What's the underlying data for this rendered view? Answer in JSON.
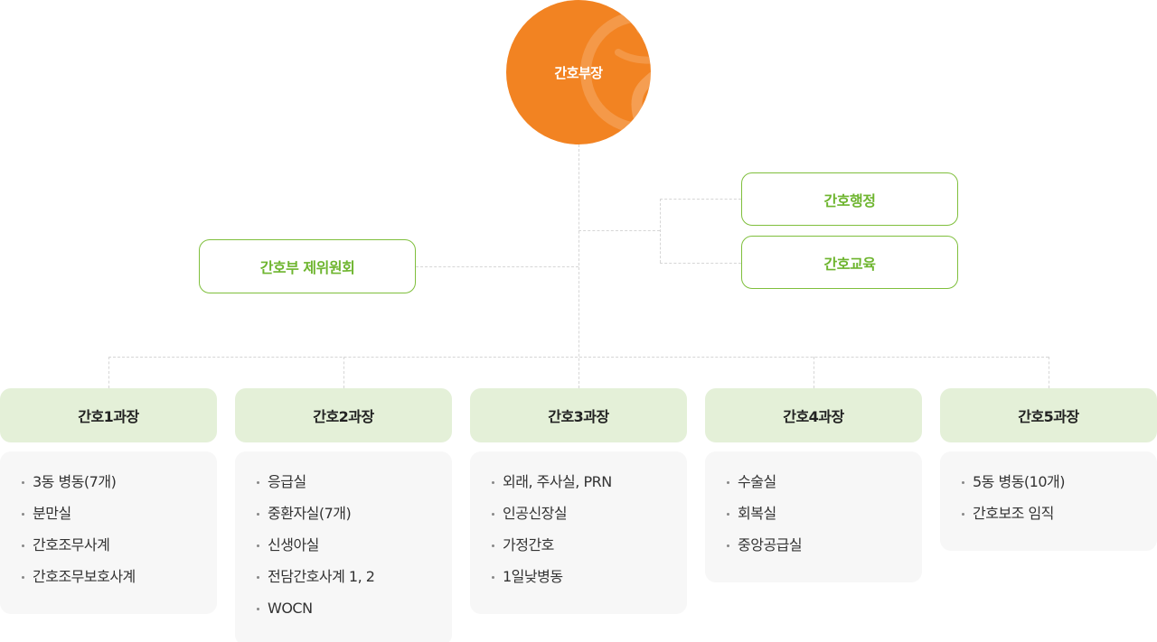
{
  "chief": {
    "label": "간호부장",
    "color": "#f28322"
  },
  "staff": {
    "admin": "간호행정",
    "education": "간호교육",
    "committee": "간호부 제위원회",
    "accent_color": "#6eb52f"
  },
  "departments": [
    {
      "title": "간호1과장",
      "items": [
        "3동 병동(7개)",
        "분만실",
        "간호조무사계",
        "간호조무보호사계"
      ]
    },
    {
      "title": "간호2과장",
      "items": [
        "응급실",
        "중환자실(7개)",
        "신생아실",
        "전담간호사계 1, 2",
        "WOCN"
      ]
    },
    {
      "title": "간호3과장",
      "items": [
        "외래, 주사실, PRN",
        "인공신장실",
        "가정간호",
        "1일낮병동"
      ]
    },
    {
      "title": "간호4과장",
      "items": [
        "수술실",
        "회복실",
        "중앙공급실"
      ]
    },
    {
      "title": "간호5과장",
      "items": [
        "5동 병동(10개)",
        "간호보조 임직"
      ]
    }
  ]
}
